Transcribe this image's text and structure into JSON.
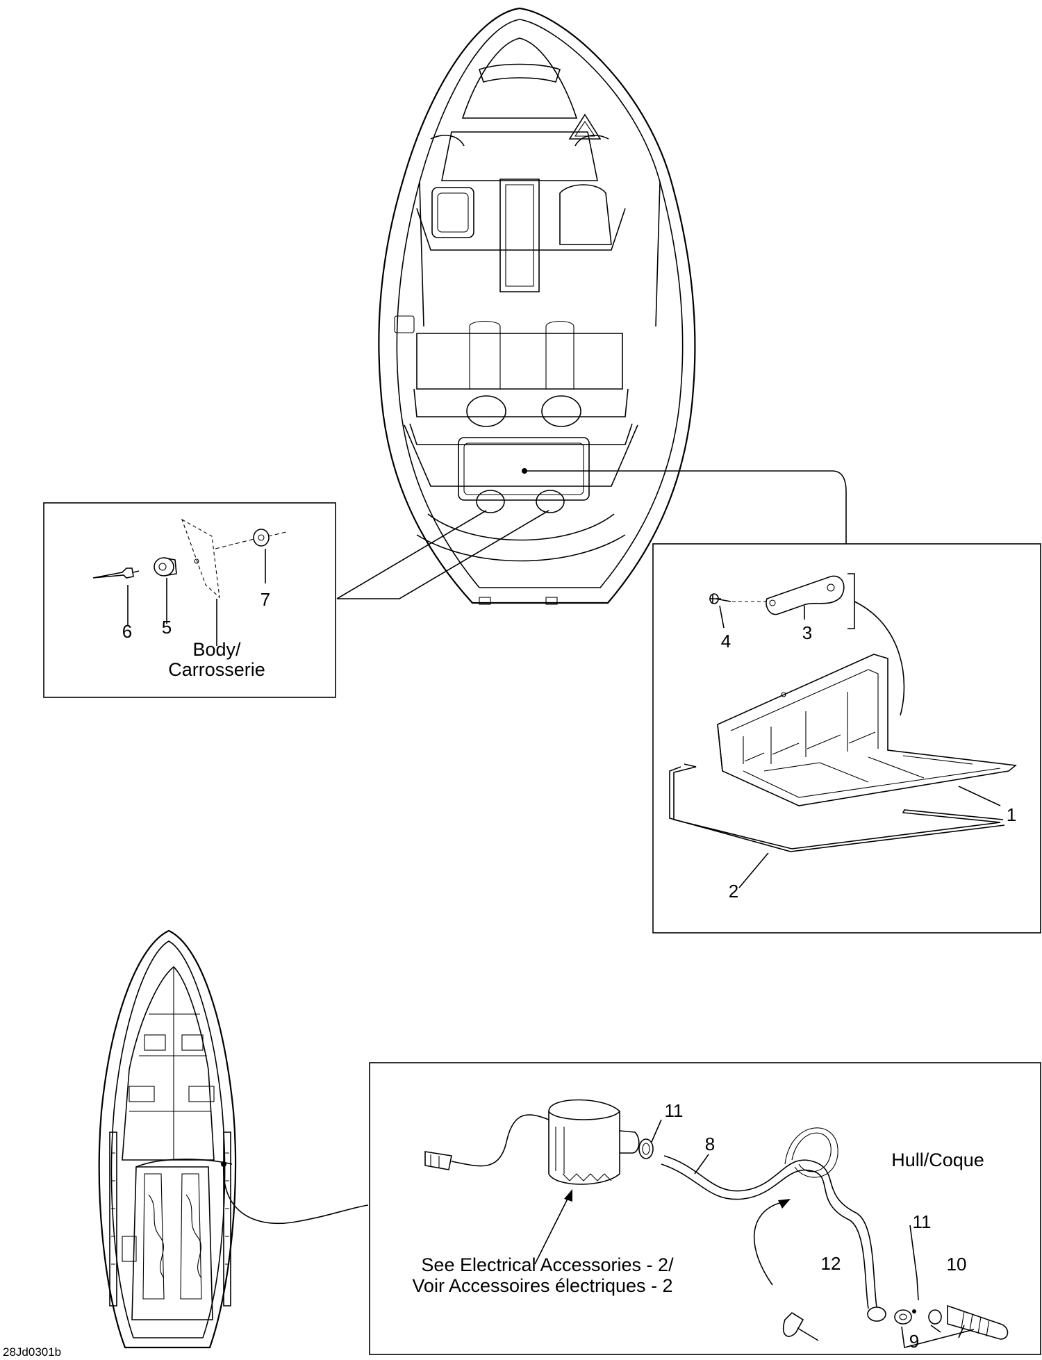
{
  "diagram": {
    "code": "28Jd0301b",
    "labels": {
      "n1": "1",
      "n2": "2",
      "n3": "3",
      "n4": "4",
      "n5": "5",
      "n6": "6",
      "n7": "7",
      "n8": "8",
      "n9": "9",
      "n10": "10",
      "n11a": "11",
      "n11b": "11",
      "n12": "12"
    },
    "captions": {
      "body_line1": "Body/",
      "body_line2": "Carrosserie",
      "hull": "Hull/Coque",
      "see_line1": "See Electrical Accessories - 2/",
      "see_line2": "Voir Accessoires électriques - 2"
    }
  }
}
